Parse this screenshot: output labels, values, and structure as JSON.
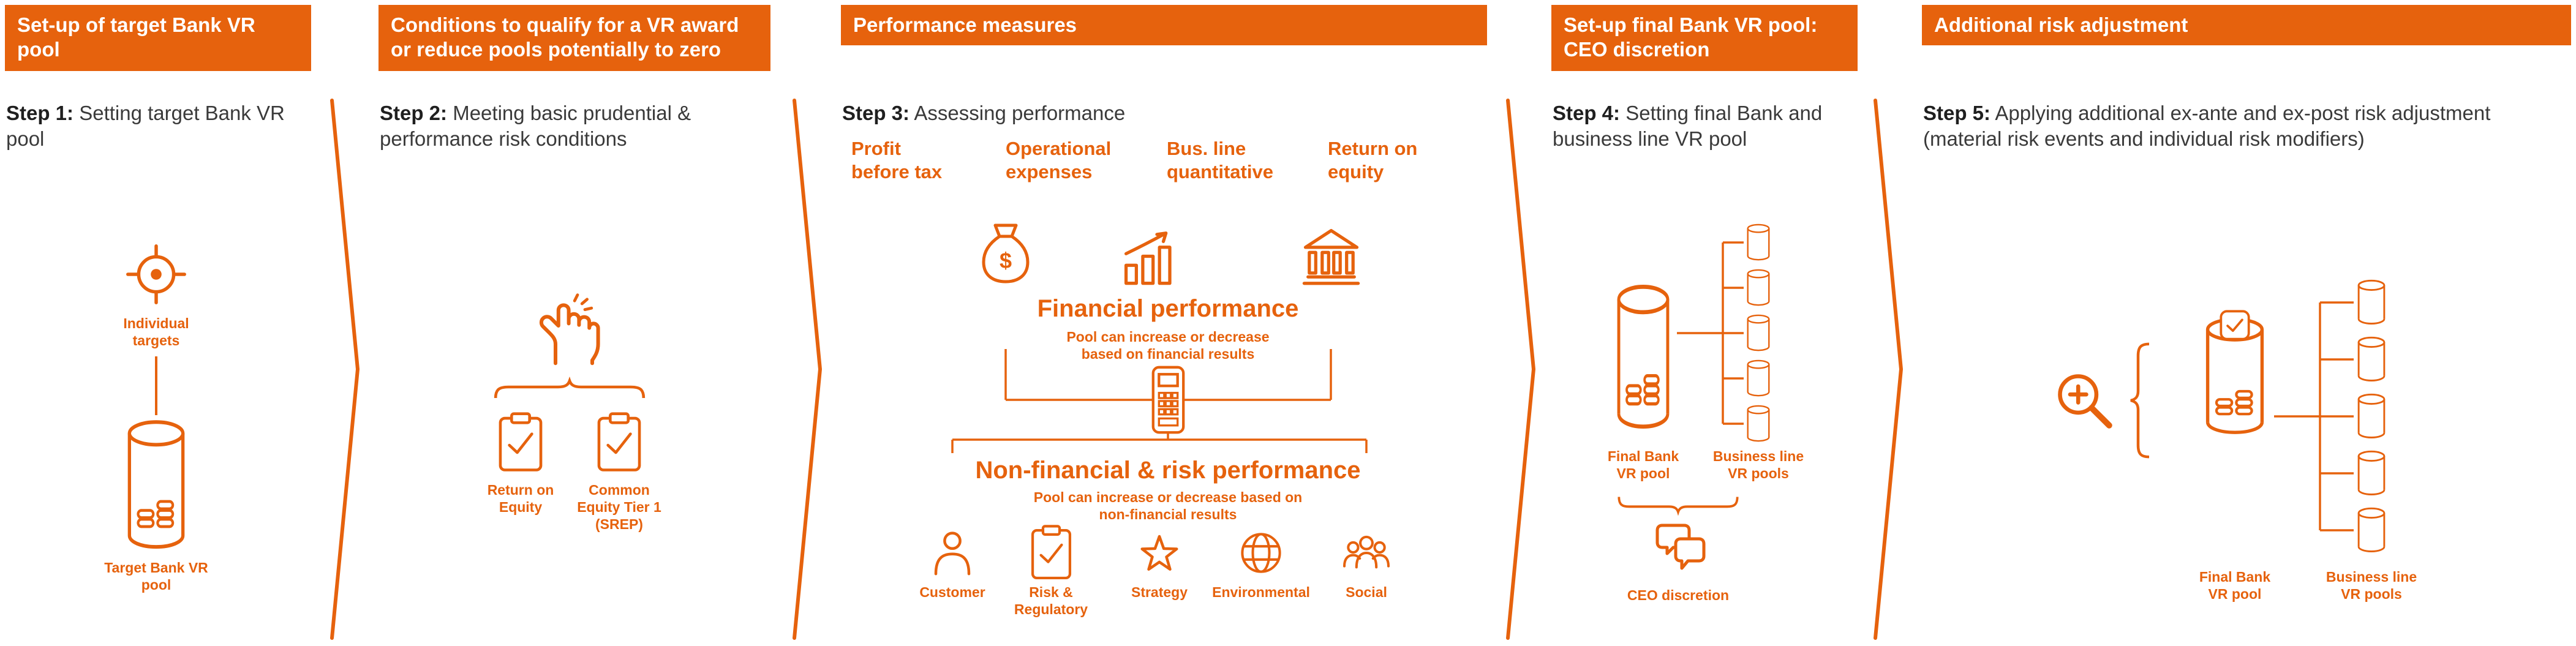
{
  "colors": {
    "orange": "#E6620D",
    "text": "#333333"
  },
  "icons": {
    "dollar": "$",
    "names": [
      "target-icon",
      "coin-pool-cylinder-icon",
      "snap-hand-icon",
      "clipboard-check-icon",
      "money-bag-icon",
      "bar-chart-arrow-icon",
      "bank-icon",
      "calculator-icon",
      "customer-person-icon",
      "star-icon",
      "globe-icon",
      "people-group-icon",
      "speech-bubbles-icon",
      "magnifier-plus-icon",
      "check-badge-icon",
      "business-line-cylinder-icon",
      "chevron-separator"
    ]
  },
  "p1": {
    "header": "Set-up of target Bank VR pool",
    "step_label": "Step 1:",
    "step_text": "Setting target Bank VR pool",
    "individual_targets": "Individual\ntargets",
    "pool_label": "Target Bank VR\npool"
  },
  "p2": {
    "header": "Conditions to qualify for a VR award or reduce pools potentially to zero",
    "step_label": "Step 2:",
    "step_text": "Meeting basic prudential & performance risk conditions",
    "item1": "Return on\nEquity",
    "item2": "Common\nEquity Tier 1\n(SREP)"
  },
  "p3": {
    "header": "Performance measures",
    "step_label": "Step 3:",
    "step_text": "Assessing performance",
    "measures": [
      "Profit\nbefore tax",
      "Operational\nexpenses",
      "Bus. line\nquantitative",
      "Return on\nequity"
    ],
    "financial_title": "Financial performance",
    "financial_sub": "Pool can increase or decrease\nbased on financial results",
    "nonfinancial_title": "Non-financial & risk performance",
    "nonfinancial_sub": "Pool can increase or decrease based on\nnon-financial results",
    "factors": [
      "Customer",
      "Risk &\nRegulatory",
      "Strategy",
      "Environmental",
      "Social"
    ]
  },
  "p4": {
    "header": "Set-up final Bank VR pool: CEO discretion",
    "step_label": "Step 4:",
    "step_text": "Setting final Bank and business line VR pool",
    "final_pool": "Final Bank\nVR pool",
    "business_pools": "Business line\nVR pools",
    "ceo": "CEO discretion"
  },
  "p5": {
    "header": "Additional risk adjustment",
    "step_label": "Step 5:",
    "step_text": "Applying additional ex-ante and ex-post risk adjustment (material risk events and individual risk modifiers)",
    "final_pool": "Final Bank\nVR pool",
    "business_pools": "Business line\nVR pools"
  }
}
